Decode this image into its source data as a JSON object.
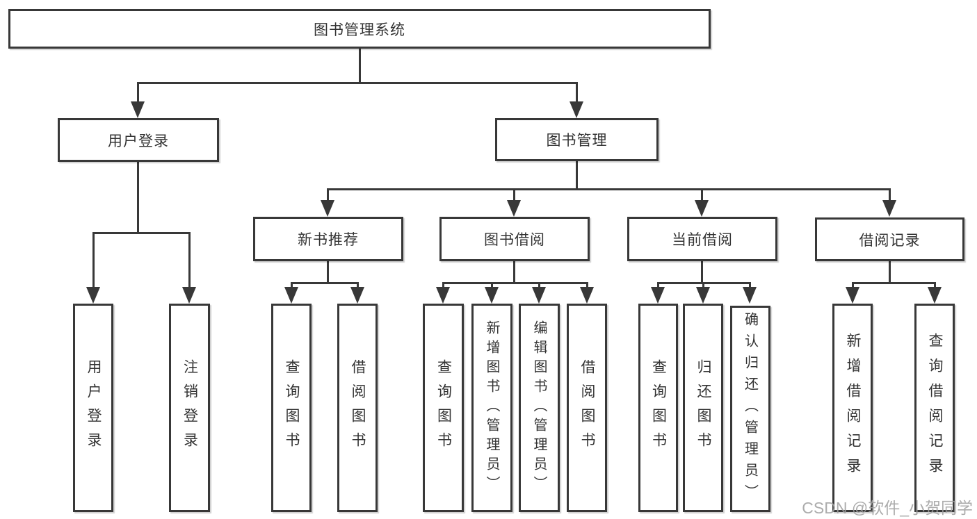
{
  "colors": {
    "line": "#383838",
    "box_border": "#383838",
    "text": "#333333",
    "background": "#ffffff",
    "watermark": "#a0a0a0"
  },
  "tree": {
    "root": {
      "label": "图书管理系统",
      "children": [
        {
          "label": "用户登录",
          "children": [
            {
              "label": "用户登录"
            },
            {
              "label": "注销登录"
            }
          ]
        },
        {
          "label": "图书管理",
          "children": [
            {
              "label": "新书推荐",
              "children": [
                {
                  "label": "查询图书"
                },
                {
                  "label": "借阅图书"
                }
              ]
            },
            {
              "label": "图书借阅",
              "children": [
                {
                  "label": "查询图书"
                },
                {
                  "label": "新增图书（管理员）"
                },
                {
                  "label": "编辑图书（管理员）"
                },
                {
                  "label": "借阅图书"
                }
              ]
            },
            {
              "label": "当前借阅",
              "children": [
                {
                  "label": "查询图书"
                },
                {
                  "label": "归还图书"
                },
                {
                  "label": "确认归还（管理员）"
                }
              ]
            },
            {
              "label": "借阅记录",
              "children": [
                {
                  "label": "新增借阅记录"
                },
                {
                  "label": "查询借阅记录"
                }
              ]
            }
          ]
        }
      ]
    }
  },
  "watermark": {
    "text": "CSDN @软件_小贺同学"
  }
}
